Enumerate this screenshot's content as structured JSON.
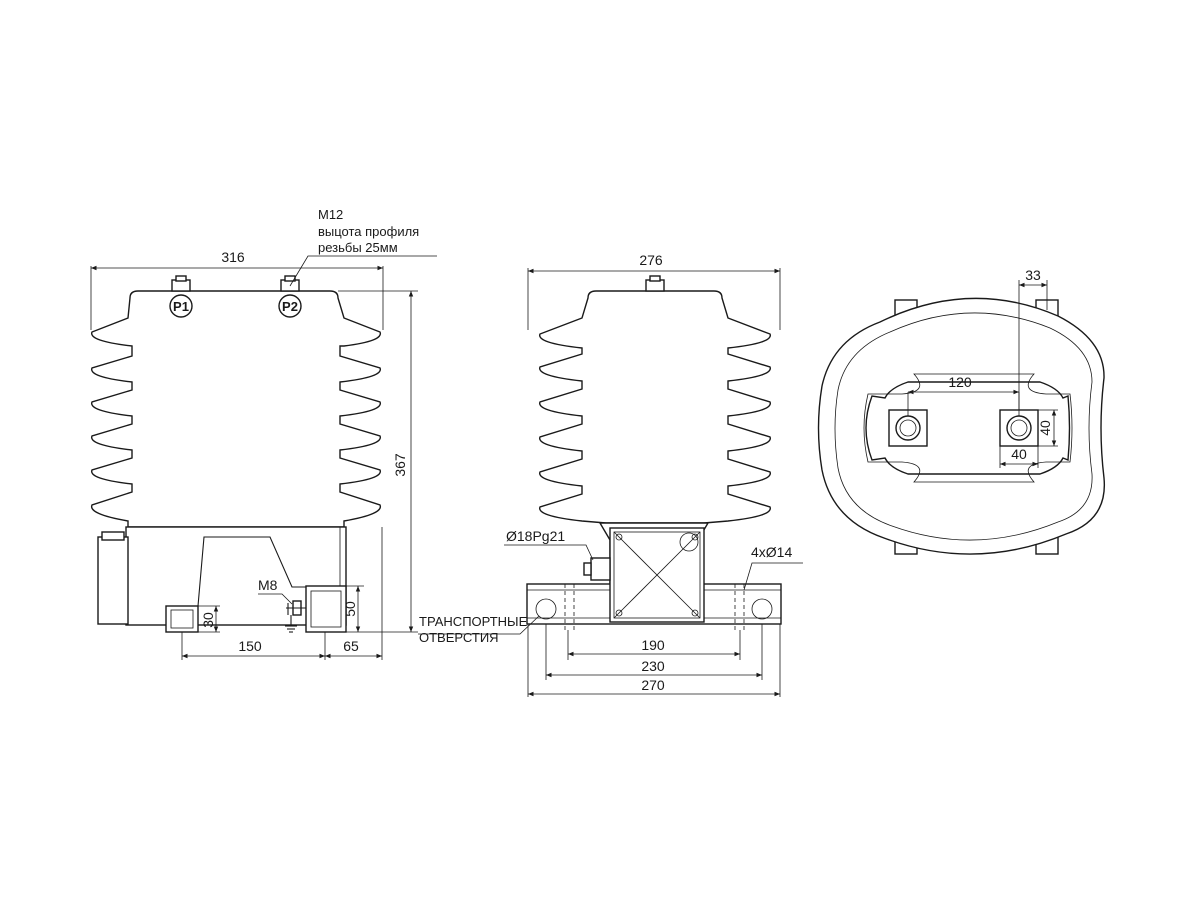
{
  "drawing": {
    "front_view": {
      "dim_width": "316",
      "dim_height": "367",
      "dim_terminal_offset": "150",
      "dim_foot_offset": "65",
      "dim_foot_height": "50",
      "dim_box_height": "30",
      "terminal_p1": "P1",
      "terminal_p2": "P2",
      "thread_note": [
        "M12",
        "выцота профиля",
        "резьбы 25мм"
      ],
      "ground_bolt": "M8"
    },
    "side_view": {
      "dim_width": "276",
      "cable_gland": "Ø18Pg21",
      "mounting_holes": "4xØ14",
      "transport_holes": [
        "ТРАНСПОРТНЫЕ",
        "ОТВЕРСТИЯ"
      ],
      "dim_hole_spacing": "190",
      "dim_slot_spacing": "230",
      "dim_base_length": "270"
    },
    "top_view": {
      "dim_offset": "33",
      "dim_terminal_spacing": "120",
      "dim_pad_width": "40",
      "dim_pad_height": "40"
    }
  }
}
